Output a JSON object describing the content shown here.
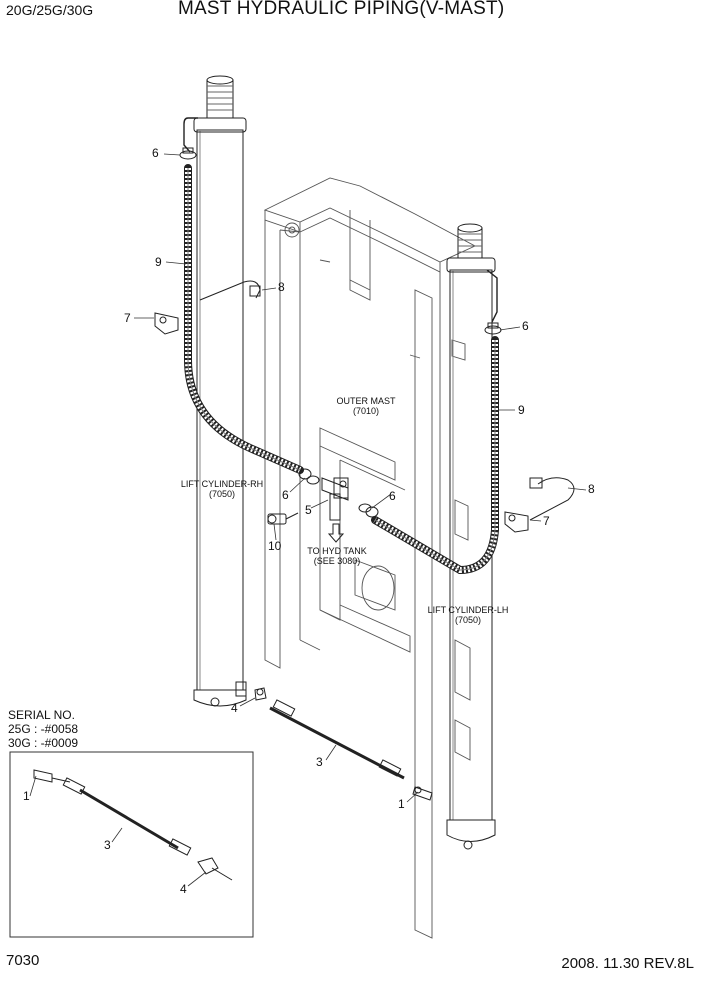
{
  "header": {
    "model": "20G/25G/30G",
    "title": "MAST HYDRAULIC PIPING(V-MAST)"
  },
  "footer": {
    "page_number": "7030",
    "revision": "2008. 11.30  REV.8L"
  },
  "serial": {
    "heading": "SERIAL NO.",
    "lines": [
      "25G : -#0058",
      "30G : -#0009"
    ]
  },
  "labels": {
    "outer_mast": "OUTER MAST",
    "outer_mast_ref": "(7010)",
    "lift_cyl_rh": "LIFT CYLINDER-RH",
    "lift_cyl_rh_ref": "(7050)",
    "lift_cyl_lh": "LIFT CYLINDER-LH",
    "lift_cyl_lh_ref": "(7050)",
    "to_hyd_tank": "TO HYD TANK",
    "to_hyd_tank_ref": "(SEE 3080)"
  },
  "callouts": {
    "c6a": "6",
    "c9a": "9",
    "c8a": "8",
    "c7a": "7",
    "c6b": "6",
    "c9b": "9",
    "c8b": "8",
    "c7b": "7",
    "c6c": "6",
    "c6d": "6",
    "c5": "5",
    "c10": "10",
    "c4a": "4",
    "c3a": "3",
    "c1a": "1",
    "c1b": "1",
    "c3b": "3",
    "c4b": "4"
  }
}
